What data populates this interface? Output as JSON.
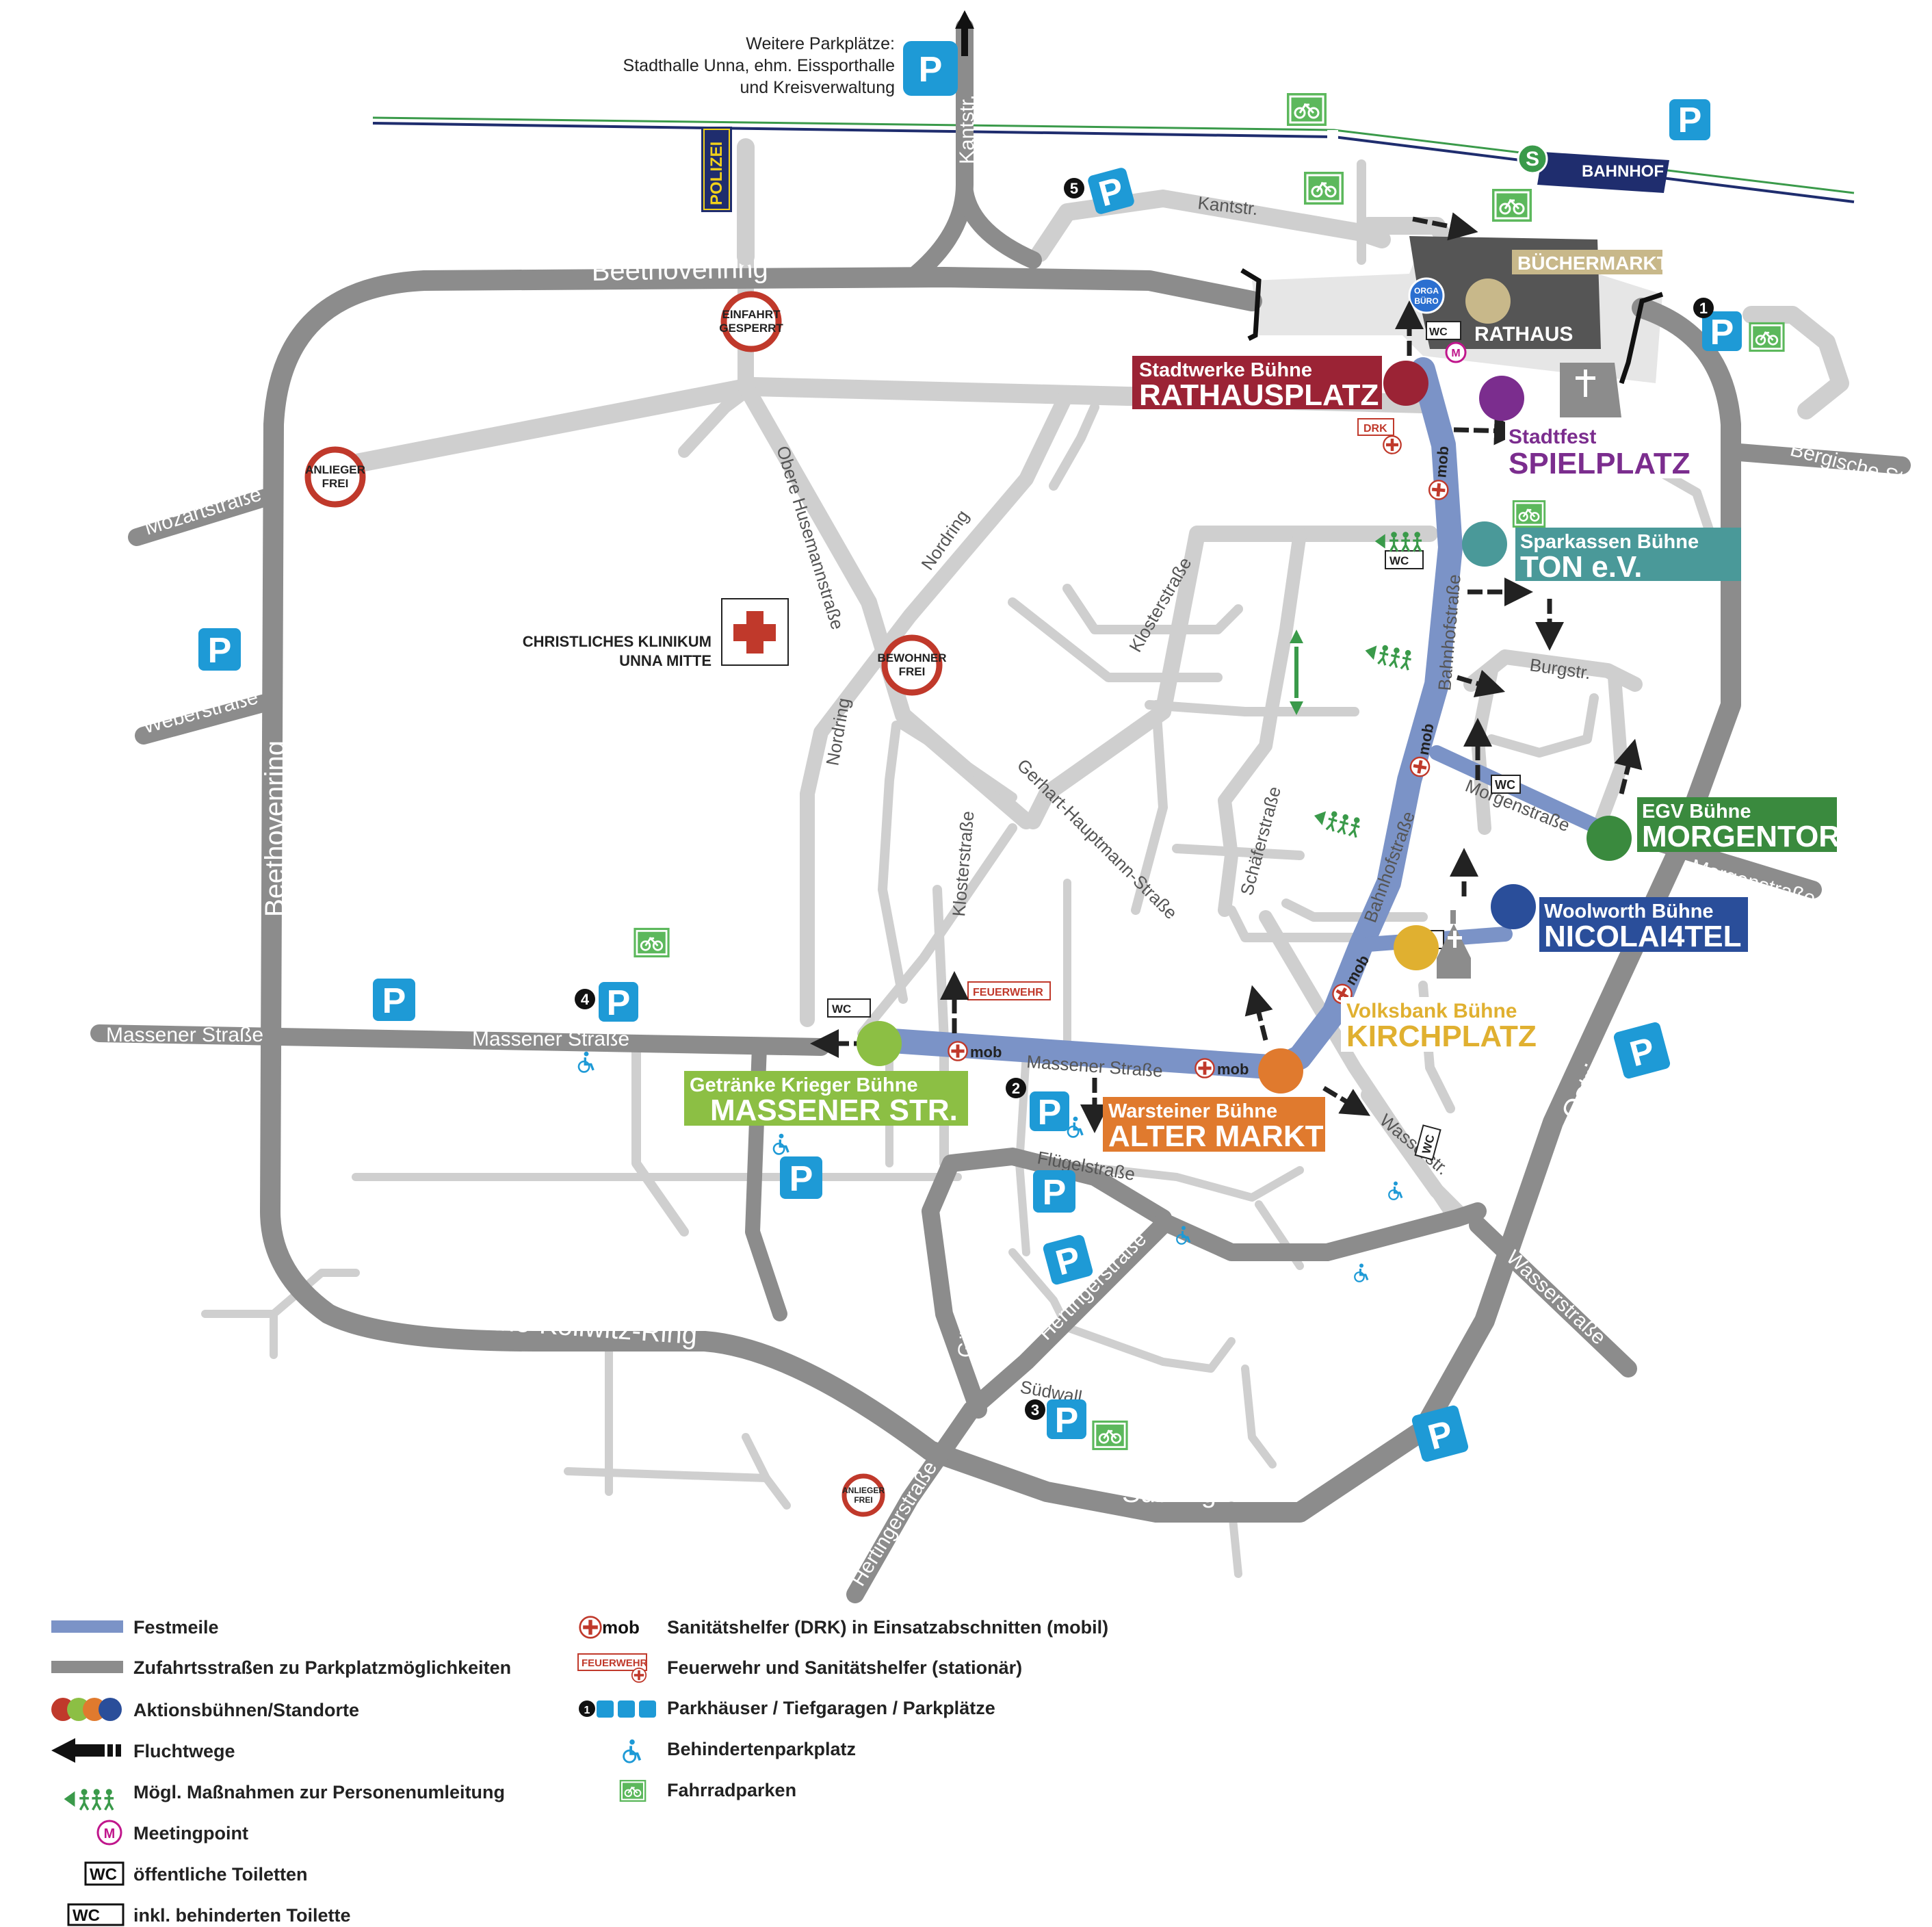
{
  "parking_note": {
    "line1": "Weitere Parkplätze:",
    "line2": "Stadthalle Unna, ehm. Eissporthalle",
    "line3": "und Kreisverwaltung"
  },
  "places": {
    "police": "POLIZEI",
    "train_station": "BAHNHOF",
    "station_symbol": "S",
    "town_hall": "RATHAUS",
    "book_market": "BÜCHERMARKT",
    "orga_line1": "ORGA",
    "orga_line2": "BÜRO",
    "clinic_line1": "CHRISTLICHES KLINIKUM",
    "clinic_line2": "UNNA MITTE",
    "meeting_letter": "M",
    "parking_letter": "P"
  },
  "signs": {
    "einfahrt_line1": "EINFAHRT",
    "einfahrt_line2": "GESPERRT",
    "anlieger_line1": "ANLIEGER",
    "anlieger_line2": "FREI",
    "bewohner_line1": "BEWOHNER",
    "bewohner_line2": "FREI",
    "drk": "DRK",
    "feuerwehr": "FEUERWEHR",
    "wc": "WC",
    "mob": "mob"
  },
  "streets": {
    "beethovenring_top": "Beethovenring",
    "beethovenring_left": "Beethovenring",
    "kaethe": "Käthe-Kollwitz-Ring",
    "suedring": "Südring",
    "ostring": "Ostring",
    "kantstr_v": "Kantstr.",
    "kantstr_h": "Kantstr.",
    "mozartstrasse": "Mozartstraße",
    "weberstrasse": "Weberstraße",
    "massener_left": "Massener Straße",
    "massener_mid": "Massener Straße",
    "massener_fest": "Massener Straße",
    "bergische": "Bergische Str.",
    "morgenstrasse_east": "Morgenstraße",
    "morgenstrasse_fest": "Morgenstraße",
    "wasserstrasse": "Wasserstraße",
    "wasserstr": "Wasserstr.",
    "bahnhofstrasse_n": "Bahnhofstraße",
    "bahnhofstrasse_s": "Bahnhofstraße",
    "obere_husemann": "Obere Husemannstraße",
    "nordring_a": "Nordring",
    "nordring_b": "Nordring",
    "klosterstrasse_a": "Klosterstraße",
    "klosterstrasse_b": "Klosterstraße",
    "gerhart": "Gerhart-Hauptmann-Straße",
    "schaeferstrasse": "Schäferstraße",
    "burgstr": "Burgstr.",
    "fluegelstrasse": "Flügelstraße",
    "guertelstrasse": "Gürtelstraße",
    "hertinger_a": "Hertingerstraße",
    "hertinger_b": "Hertingerstraße",
    "suedwall": "Südwall"
  },
  "stages": [
    {
      "id": "rathausplatz",
      "sponsor": "Stadtwerke Bühne",
      "name": "RATHAUSPLATZ",
      "color": "#9b2335"
    },
    {
      "id": "spielplatz",
      "sponsor": "Stadtfest",
      "name": "SPIELPLATZ",
      "color": "#7b2d8e"
    },
    {
      "id": "ton",
      "sponsor": "Sparkassen Bühne",
      "name": "TON e.V.",
      "color": "#4a9999"
    },
    {
      "id": "morgentor",
      "sponsor": "EGV Bühne",
      "name": "MORGENTOR",
      "color": "#3a8a3e"
    },
    {
      "id": "nicolai",
      "sponsor": "Woolworth Bühne",
      "name": "NICOLAI4TEL",
      "color": "#2a4e9a"
    },
    {
      "id": "kirchplatz",
      "sponsor": "Volksbank Bühne",
      "name": "KIRCHPLATZ",
      "color": "#e0b030"
    },
    {
      "id": "alter_markt",
      "sponsor": "Warsteiner Bühne",
      "name": "ALTER MARKT",
      "color": "#e07a2e"
    },
    {
      "id": "massener",
      "sponsor": "Getränke Krieger Bühne",
      "name": "MASSENER STR.",
      "color": "#8cbf44"
    }
  ],
  "book_market_color": "#c8b88a",
  "colors": {
    "festmeile": "#7b93c7",
    "access_road": "#8c8c8c",
    "minor_road": "#cfcfcf",
    "parking": "#1e9ad6",
    "bike": "#5cb85c",
    "meeting": "#c0168c",
    "sign_red": "#c0392b",
    "police": "#1f2d6e",
    "police_text": "#f2d21a",
    "rail_blue": "#1f2d6e",
    "rail_green": "#3a9a4a",
    "stair_green": "#3a9a4a"
  },
  "parking_numbers": [
    "1",
    "2",
    "3",
    "4",
    "5"
  ],
  "legend": {
    "left": [
      {
        "icon": "festmeile-icon",
        "label": "Festmeile"
      },
      {
        "icon": "access-road-icon",
        "label": "Zufahrtsstraßen zu Parkplatzmöglichkeiten"
      },
      {
        "icon": "stage-dots-icon",
        "label": "Aktionsbühnen/Standorte"
      },
      {
        "icon": "escape-route-icon",
        "label": "Fluchtwege"
      },
      {
        "icon": "diversion-icon",
        "label": "Mögl. Maßnahmen zur Personenumleitung"
      },
      {
        "icon": "meeting-point-icon",
        "label": "Meetingpoint"
      },
      {
        "icon": "wc-icon",
        "label": "öffentliche Toiletten"
      },
      {
        "icon": "wc-accessible-icon",
        "label": "inkl. behinderten Toilette"
      }
    ],
    "right": [
      {
        "icon": "mob-medic-icon",
        "label": "Sanitätshelfer (DRK) in Einsatzabschnitten (mobil)"
      },
      {
        "icon": "fire-brigade-icon",
        "label": "Feuerwehr und Sanitätshelfer (stationär)"
      },
      {
        "icon": "parking-types-icon",
        "label": "Parkhäuser / Tiefgaragen / Parkplätze"
      },
      {
        "icon": "disabled-parking-icon",
        "label": "Behindertenparkplatz"
      },
      {
        "icon": "bike-parking-icon",
        "label": "Fahrradparken"
      }
    ]
  }
}
